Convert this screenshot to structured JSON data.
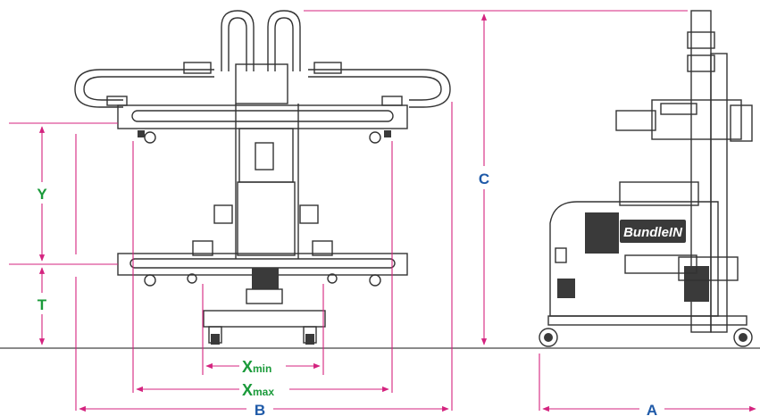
{
  "brand_label": "BundleIN",
  "dimensions": {
    "A": "A",
    "B": "B",
    "C": "C",
    "Y": "Y",
    "T": "T",
    "xmin_main": "X",
    "xmin_sub": "min",
    "xmax_main": "X",
    "xmax_sub": "max"
  },
  "colors": {
    "dimension_line": "#d4237f",
    "horizontal_label": "#1f5aa8",
    "vertical_label": "#1a9a3a",
    "drawing": "#333333"
  }
}
